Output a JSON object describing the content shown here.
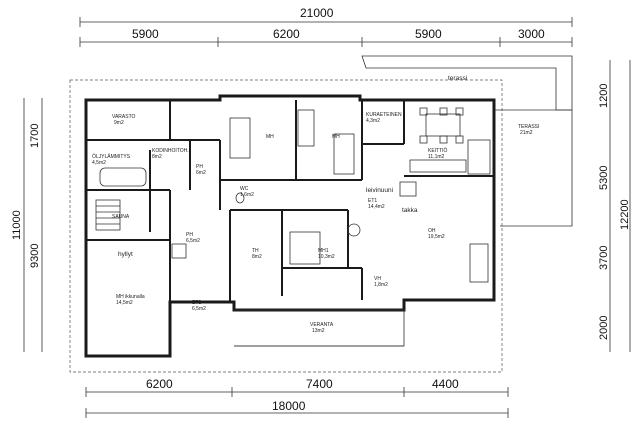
{
  "dimensions": {
    "top_total": "21000",
    "top_segments": [
      "5900",
      "6200",
      "5900",
      "3000"
    ],
    "bottom_segments": [
      "6200",
      "7400",
      "4400"
    ],
    "bottom_total": "18000",
    "left": [
      "1700",
      "11000",
      "9300"
    ],
    "right": [
      "1200",
      "5300",
      "12200",
      "3700",
      "2000"
    ]
  },
  "rooms": {
    "varasto": "VARASTO",
    "varasto_area": "9m2",
    "oljy": "ÖLJYLÄMMITYS",
    "oljy_area": "4,5m2",
    "kodinhoito": "KODINHOITOH.",
    "kodinhoito_area": "8m2",
    "ph": "PH",
    "ph_area": "6m2",
    "sauna": "SAUNA",
    "pesu": "PH",
    "pesu_area": "6,5m2",
    "wc": "WC",
    "wc_area": "1,6m2",
    "mh1_label": "MH1",
    "mh1_area": "10,3m2",
    "th": "TH",
    "th_area": "8m2",
    "mh_top": "MH",
    "mh2": "MH",
    "keittio": "KEITTIÖ",
    "keittio_area": "11,1m2",
    "leivinuuni": "leivinuuni",
    "takka": "takka",
    "et1": "ET1",
    "et1_area": "14,4m2",
    "oh": "OH",
    "oh_area": "19,5m2",
    "vh": "VH",
    "vh_area": "1,8m2",
    "hyllyt": "hyllyt",
    "mh_ikkuna": "MH  ikkunalla",
    "mh_ikkuna_area": "14,5m2",
    "et2": "ET2",
    "et2_area": "6,5m2",
    "veranta": "VERANTA",
    "veranta_area": "13m2",
    "terassi_top": "terassi",
    "terassi_right": "TERASSI",
    "terassi_right_area": "21m2",
    "kuraeteinen": "KURAETEINEN",
    "kuraeteinen_area": "4,3m2"
  }
}
